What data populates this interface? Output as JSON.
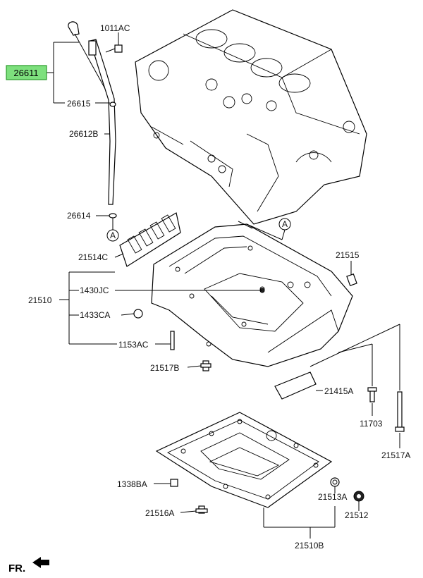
{
  "labels": {
    "p26611": "26611",
    "p1011AC": "1011AC",
    "p26615": "26615",
    "p26612B": "26612B",
    "p26614": "26614",
    "p21514C": "21514C",
    "p21510": "21510",
    "p1430JC": "1430JC",
    "p1433CA": "1433CA",
    "p1153AC": "1153AC",
    "p21517B": "21517B",
    "p21515": "21515",
    "p21415A": "21415A",
    "p11703": "11703",
    "p21517A": "21517A",
    "p1338BA": "1338BA",
    "p21516A": "21516A",
    "p21513A": "21513A",
    "p21512": "21512",
    "p21510B": "21510B"
  },
  "markers": {
    "a_top": "A",
    "a_bottom": "A"
  },
  "direction": "FR.",
  "colors": {
    "highlight_fill": "#7de07d",
    "highlight_stroke": "#2a9a2a"
  }
}
